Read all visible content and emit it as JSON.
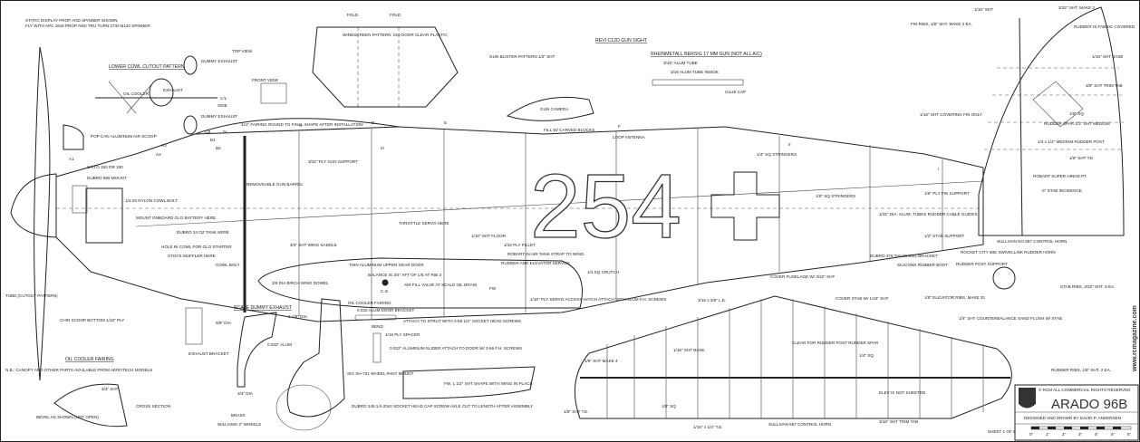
{
  "title_block": {
    "title": "ARADO 96B",
    "copyright": "© RCM ALL COMMERCIAL RIGHTS RESERVED",
    "designer": "DESIGNED AND DRAWN BY DAVID P. ANDERSEN",
    "sheet": "SHEET 1 OF 6",
    "scale_ticks": [
      "0\"",
      "1\"",
      "2\"",
      "3\"",
      "4\"",
      "5\"",
      "6\""
    ],
    "website": "www.rcmagazine.com"
  },
  "fuselage_number": "254",
  "notes": {
    "static_prop": "STATIC DISPLAY PROP AND SPINNER SHOWN.",
    "fly_with": "FLY WITH APC 16x8 PROP AND TRU TURN 2732-B120 SPINNER.",
    "canopy": "N.B.: CANOPY AND OTHER PARTS AVAILABLE FROM AEROTECH MODELS"
  },
  "labels": {
    "lower_cowl": "LOWER COWL CUTOUT PATTERN",
    "dummy_exhaust_1": "DUMMY EXHAUST",
    "dummy_exhaust_2": "DUMMY EXHAUST",
    "oil_cooler": "OIL COOLER",
    "exhaust": "EXHAUST",
    "cl": "C/L",
    "air_scoop": "POP CAN ALUMINUM AIR SCOOP",
    "front_view": "FRONT VIEW",
    "top_view": "TOP VIEW",
    "side": "SIDE",
    "fairing": "1x1\" FAIRING ROUND TO FINAL SHAPE AFTER INSTALLATION",
    "windscreen": "WINDSCREEN PATTERN .010 DOOR CLEAR PLASTIC",
    "fold_l": "FOLD",
    "fold_r": "FOLD",
    "gun_blister": "GUN BLISTER PATTERN 1/2\" SHT",
    "revi": "REVI C12D GUN SIGHT",
    "rheinmetall": "RHEINMETALL BERSIG 17 MM GUN (NOT ALL A/C)",
    "alum_tube": "3/16\" ALUM TUBE",
    "alum_tube_in": "3/16 ALUM TUBE INSIDE",
    "glue_cap": "GLUE CAP",
    "gun_camera": "GUN CAMERA",
    "carved_blocks": "FILL W/ CARVED BLOCKS",
    "loop_antenna": "LOOP ANTENNA",
    "fin_ribs": "FIN RIBS, 1/8\" SHT. MAKE 2 EA.",
    "sht_116": "1/16\" SHT",
    "sht_332_make2": "3/32\" SHT. MAKE 2",
    "rudder_fabric": "RUDDER IS FABRIC COVERED",
    "sht_base": "1/16\" SHT BASE",
    "trim_tab": "3/8\" SHT TRIM TAB",
    "sq_18": "1/8\" SQ",
    "fin_covering": "1/16\" SHT COVERING FIN ONLY",
    "rudder_spar": "RUDDER SPAR 1/2\" SHT MEDIUM",
    "rudder_post": "1/4 x 1/2\" MEDIUM RUDDER POST",
    "sht_te": "1/8\" SHT T.E.",
    "robart_hinge": "ROBART SUPER HINGE PT.",
    "stab_incidence": "0° STAB INCIDENCE",
    "stringers": "1/4\" SQ STRINGERS",
    "sq_stringers_18": "1/8\" SQ STRINGERS",
    "ply_fin_support": "1/8\" PLY FIN SUPPORT",
    "alum_tubes": "1/32\" DIA. ALUM. TUBES RUDDER CABLE GUIDES",
    "stab_support": "1/2\" STAB SUPPORT",
    "sullivan_557": "SULLIVAN NO.557 CONTROL HORN",
    "rocket_city": "ROCKET CITY 60E SWIVELLINK RUDDER HORN",
    "rudder_post_support": "RUDDER POST SUPPORT",
    "tailwheel": "DUBRO 376 TAILWHEEL BRACKET",
    "rubber_boot": "SILICONE RUBBER BOOT",
    "cover_fuselage": "COVER FUSELAGE W/ 3/32\" SHT",
    "nylon_bolt": "1/4-20 NYLON COWL BOLT",
    "mount_battery": "MOUNT ONBOARD GLO BATTERY HERE",
    "tank": "DUBRO 24 OZ TANK HERE",
    "glo_starter": "HOLE IN COWL FOR GLO STARTER",
    "removable_gun": "REMOVEABLE GUN BARREL",
    "gun_support": "3/32\" PLY GUN SUPPORT",
    "throttle_servo": "THROTTLE SERVO HERE",
    "wing_saddle": "3/4\" SHT WING SADDLE",
    "floor": "1/16\" SHT FLOOR",
    "crutch": "1/4 SQ CRUTCH",
    "robart_tank": "ROBART IN AIR TANK STRAP TO WING",
    "ply_fillet": "1/32 PLY FILLET",
    "rudder_servos": "RUDDER AND ELEVATOR SERVOS",
    "access_hatch": "1/16\" PLY SERVO ACCESS HATCH ATTACH WITH ALUM F.H. SCREWS",
    "stock_muffler": "STOCK MUFFLER HERE",
    "cowl_bolt": "COWL BOLT",
    "birch_dowel": "3/8 DIA BIRCH WING DOWEL",
    "gear_door": "THIN ALUMINUM UPPER GEAR DOOR",
    "balance": "BALANCE IS 3/4\" AFT OF L/E AT RIB 3",
    "cg": "C.G.",
    "air_fill": "AIR FILL VALVE AT SCALE OIL DRAIN",
    "fw": "FW",
    "scale_exhaust": "SCALE DUMMY EXHAUST",
    "oil_fairing": "OIL COOLER FAIRING",
    "door_bracket": "0.032 ALUM DOOR BRACKET",
    "attach_strut": "ATTACH TO STRUT WITH 2-56 1/4\" SOCKET HEAD SCREWS",
    "bend": "BEND",
    "ply_spacer": "1/16 PLY SPACER",
    "alum_slider": "0.032\" ALUMINUM SLIDER ATTACH TO DOOR W/ 2-56 F.H. SCREWS",
    "alum_032": "0.032\" ALUM",
    "wheel_mount": "SIG SH-731 WHEEL PANT MOUNT",
    "axle": "DUBRO 245 1/4-20x3 SOCKET HEAD CAP SCREW AXLE CUT TO LENGTH AFTER ASSEMBLY",
    "wheels": "WILLIAMS 4\" WHEELS",
    "brass": "BRASS",
    "fw_shape": "FW, 1 1/2\" SHT SHAPE WITH WING IN PLACE",
    "dia_58": "5/8\" DIA",
    "dia_34": "3/4\" DIA",
    "dia_118": "1 1/8\" DIA",
    "cowl_tube": "TUBE (CUTOUT PATTERN)",
    "chin_scoop": "CHIN SCOOP BOTTOM 1/16\" PLY",
    "exhaust_bracket": "EXHAUST BRACKET",
    "oil_fairing2": "OIL COOLER FAIRING",
    "cross_section": "CROSS SECTION",
    "bevel": "BEVEL AS SHOWN (NOT OPEN)",
    "sht_34": "3/4\" SHT",
    "le": "3/16 x 3/8\" L.E.",
    "cover_stab": "COVER STAB W/ 1/16\" SHT",
    "elev_ribs": "1/8\" ELEVATOR RIBS, MAKE 32",
    "counterbalance": "1/4\" SHT COUNTERBALANCE SAND FLUSH W/ STAB",
    "clear_rudder": "CLEAR FOR RUDDER POST RUDDER SPAR",
    "sht_base_116": "1/16\" SHT BASE",
    "sq_14": "1/4\" SQ",
    "make4": "1/8\" SHT MAKE 4",
    "sq_18b": "1/8\" SQ",
    "elev_not_sheeted": "ELEV IS NOT SHEETED",
    "te": "1/16\" x 1/4\" T.E.",
    "sullivan_horn": "SULLIVAN 587 CONTROL HORN",
    "trim_tab_316": "3/16\" SHT TRIM TAB",
    "stab_ribs": "STAB RIBS, 3/32\" SHT. 5 EA.",
    "rudder_ribs": "RUDDER RIBS, 1/8\" SHT. 2 EA.",
    "sht_te_18": "1/8\" SHT T.E.",
    "engine_mount": "DUBRO 686 MOUNT",
    "saito": "SAITO 150 OR 180",
    "iv": "IV",
    "iii": "III",
    "ii": "II",
    "i": "I",
    "c": "C",
    "d": "D",
    "e": "E",
    "f": "F",
    "cb": "CB",
    "b1": "B1",
    "b2": "B2",
    "a1": "A1",
    "a2": "A2",
    "a3": "A3"
  }
}
